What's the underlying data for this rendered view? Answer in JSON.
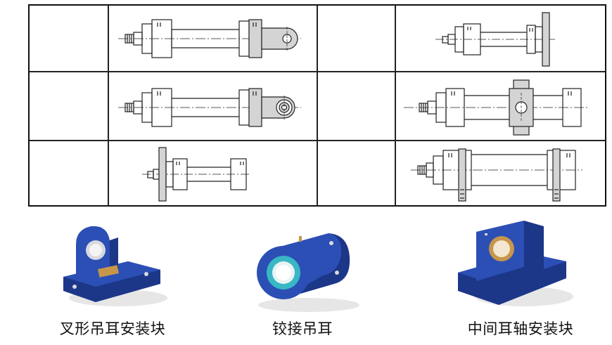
{
  "captions": {
    "clevis_block": "叉形吊耳安装块",
    "spherical_eye": "铰接吊耳",
    "trunnion_block": "中间耳轴安装块"
  },
  "colors": {
    "part_blue": "#2c4fb5",
    "part_blue_dark": "#1c3688",
    "shade_gray": "#d4d4d4",
    "bushing_bronze": "#c8964a",
    "bearing_teal": "#39b7c4"
  },
  "icons": {
    "clevis_block": "clevis-mount-block-icon",
    "spherical_eye": "spherical-rod-eye-icon",
    "trunnion_block": "trunnion-mount-block-icon"
  }
}
